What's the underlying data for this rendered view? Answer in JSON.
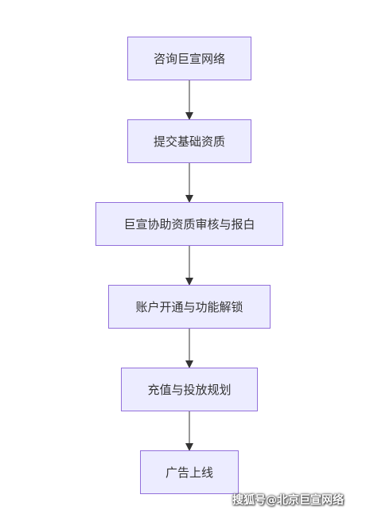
{
  "flowchart": {
    "steps": [
      {
        "label": "咨询巨宣网络"
      },
      {
        "label": "提交基础资质"
      },
      {
        "label": "巨宣协助资质审核与报白"
      },
      {
        "label": "账户开通与功能解锁"
      },
      {
        "label": "充值与投放规划"
      },
      {
        "label": "广告上线"
      }
    ]
  },
  "watermark": {
    "text": "搜狐号@北京巨宣网络"
  },
  "colors": {
    "node_fill": "#ececff",
    "node_border": "#9370db",
    "edge": "#333333"
  }
}
